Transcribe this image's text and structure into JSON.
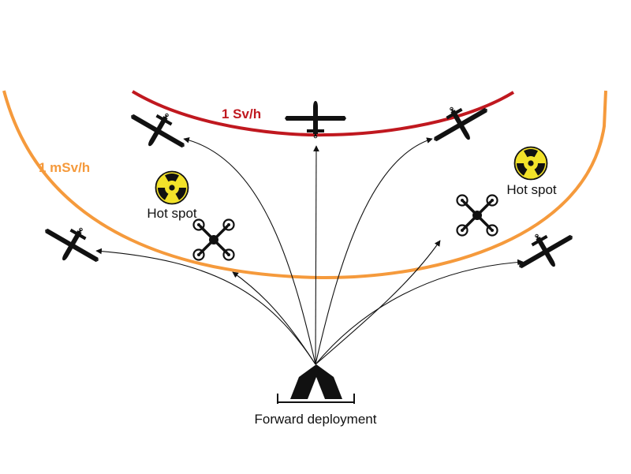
{
  "contours": [
    {
      "label": "1 Sv/h",
      "color": "#c0181f"
    },
    {
      "label": "1 mSv/h",
      "color": "#f59a3c"
    }
  ],
  "hotspots": [
    {
      "label": "Hot spot",
      "icon": "radiation-icon",
      "color": "#f2e22a"
    },
    {
      "label": "Hot spot",
      "icon": "radiation-icon",
      "color": "#f2e22a"
    }
  ],
  "base": {
    "label": "Forward deployment",
    "icon": "tent-icon"
  },
  "aircraft": [
    {
      "type": "fixed-wing-uav-icon"
    },
    {
      "type": "fixed-wing-uav-icon"
    },
    {
      "type": "fixed-wing-uav-icon"
    },
    {
      "type": "fixed-wing-uav-icon"
    },
    {
      "type": "fixed-wing-uav-icon"
    },
    {
      "type": "quadcopter-icon"
    },
    {
      "type": "quadcopter-icon"
    }
  ]
}
